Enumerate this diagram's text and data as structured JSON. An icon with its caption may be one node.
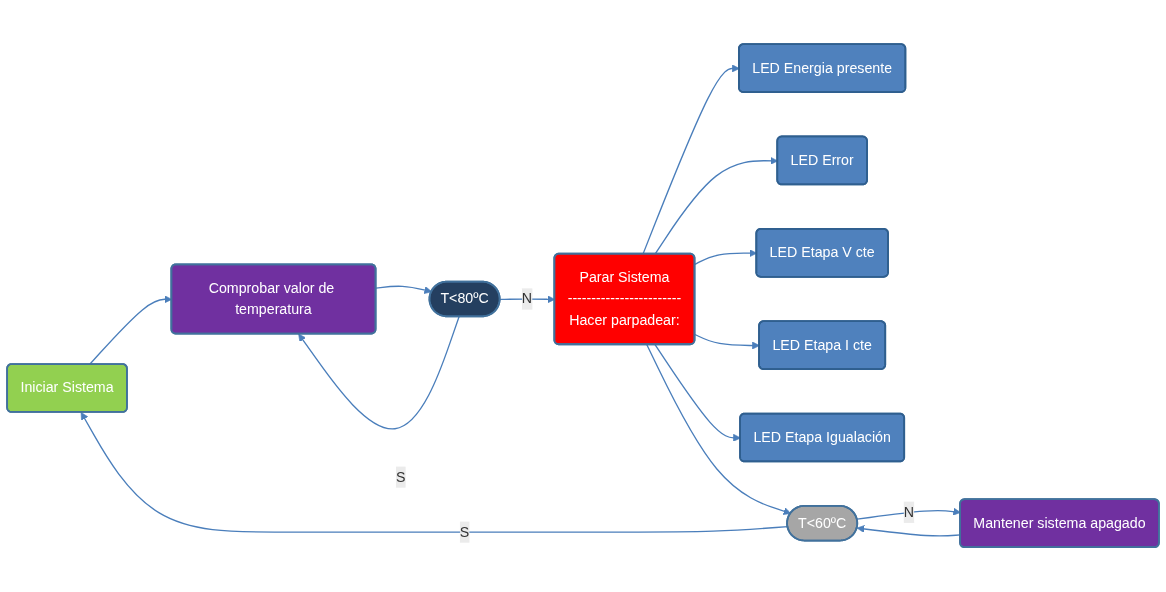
{
  "diagram": {
    "nodes": [
      {
        "text": [
          "Iniciar Sistema"
        ]
      },
      {
        "text": [
          "Comprobar valor de temperatura"
        ]
      },
      {
        "text": [
          "T<80ºC"
        ]
      },
      {
        "text": [
          "Parar Sistema",
          "------------------------",
          "Hacer parpadear:"
        ]
      },
      {
        "text": [
          "LED Energia presente"
        ]
      },
      {
        "text": [
          "LED Error"
        ]
      },
      {
        "text": [
          "LED Etapa V cte"
        ]
      },
      {
        "text": [
          "LED Etapa I cte"
        ]
      },
      {
        "text": [
          "LED Etapa Igualación"
        ]
      },
      {
        "text": [
          "T<60ºC"
        ]
      },
      {
        "text": [
          "Mantener sistema apagado"
        ]
      }
    ],
    "edges": [
      {
        "from": 0,
        "to": 1,
        "arrow": "to"
      },
      {
        "from": 1,
        "to": 2,
        "arrow": "to"
      },
      {
        "from": 2,
        "to": 1,
        "arrow": "to",
        "label": "S"
      },
      {
        "from": 2,
        "to": 3,
        "arrow": "to",
        "label": "N"
      },
      {
        "from": 3,
        "to": 4,
        "arrow": "to"
      },
      {
        "from": 3,
        "to": 5,
        "arrow": "to"
      },
      {
        "from": 3,
        "to": 6,
        "arrow": "to"
      },
      {
        "from": 3,
        "to": 7,
        "arrow": "to"
      },
      {
        "from": 3,
        "to": 8,
        "arrow": "to"
      },
      {
        "from": 3,
        "to": 9,
        "arrow": "to"
      },
      {
        "from": 9,
        "to": 10,
        "arrow": "to",
        "label": "N"
      },
      {
        "from": 10,
        "to": 9,
        "arrow": "to"
      },
      {
        "from": 9,
        "to": 0,
        "arrow": "to",
        "label": "S"
      }
    ]
  }
}
